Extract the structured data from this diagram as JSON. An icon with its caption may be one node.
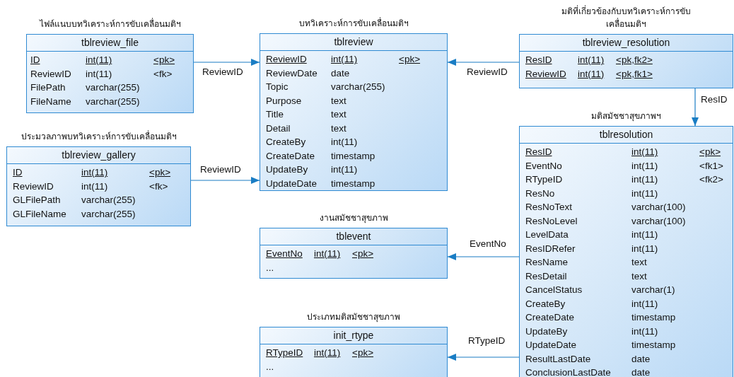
{
  "diagram": {
    "nodes": [
      {
        "text": [
          "ไฟล์แนบบทวิเคราะห์การขับเคลื่อนมติฯ",
          "tblreview_file",
          "ID",
          "int(11)",
          "<pk>",
          "ReviewID",
          "int(11)",
          "<fk>",
          "FilePath",
          "varchar(255)",
          "FileName",
          "varchar(255)"
        ]
      },
      {
        "text": [
          "ประมวลภาพบทวิเคราะห์การขับเคลื่อนมติฯ",
          "tblreview_gallery",
          "ID",
          "int(11)",
          "<pk>",
          "ReviewID",
          "int(11)",
          "<fk>",
          "GLFilePath",
          "varchar(255)",
          "GLFileName",
          "varchar(255)"
        ]
      },
      {
        "text": [
          "บทวิเคราะห์การขับเคลื่อนมติฯ",
          "tblreview",
          "ReviewID",
          "int(11)",
          "<pk>",
          "ReviewDate",
          "date",
          "Topic",
          "varchar(255)",
          "Purpose",
          "text",
          "Title",
          "text",
          "Detail",
          "text",
          "CreateBy",
          "int(11)",
          "CreateDate",
          "timestamp",
          "UpdateBy",
          "int(11)",
          "UpdateDate",
          "timestamp"
        ]
      },
      {
        "text": [
          "มติที่เกี่ยวข้องกับบทวิเคราะห์การขับเคลื่อนมติฯ",
          "tblreview_resolution",
          "ResID",
          "int(11)",
          "<pk,fk2>",
          "ReviewID",
          "int(11)",
          "<pk,fk1>"
        ]
      },
      {
        "text": [
          "มติสมัชชาสุขภาพฯ",
          "tblresolution",
          "ResID",
          "int(11)",
          "<pk>",
          "EventNo",
          "int(11)",
          "<fk1>",
          "RTypeID",
          "int(11)",
          "<fk2>",
          "ResNo",
          "int(11)",
          "ResNoText",
          "varchar(100)",
          "ResNoLevel",
          "varchar(100)",
          "LevelData",
          "int(11)",
          "ResIDRefer",
          "int(11)",
          "ResName",
          "text",
          "ResDetail",
          "text",
          "CancelStatus",
          "varchar(1)",
          "CreateBy",
          "int(11)",
          "CreateDate",
          "timestamp",
          "UpdateBy",
          "int(11)",
          "UpdateDate",
          "timestamp",
          "ResultLastDate",
          "date",
          "ConclusionLastDate",
          "date"
        ]
      },
      {
        "text": [
          "งานสมัชชาสุขภาพ",
          "tblevent",
          "EventNo",
          "int(11)",
          "<pk>",
          "..."
        ]
      },
      {
        "text": [
          "ประเภทมติสมัชชาสุขภาพ",
          "init_rtype",
          "RTypeID",
          "int(11)",
          "<pk>",
          "..."
        ]
      }
    ],
    "edges": [
      {
        "from": 0,
        "to": 2,
        "arrow": "to",
        "label": "ReviewID"
      },
      {
        "from": 1,
        "to": 2,
        "arrow": "to",
        "label": "ReviewID"
      },
      {
        "from": 3,
        "to": 2,
        "arrow": "to",
        "label": "ReviewID"
      },
      {
        "from": 3,
        "to": 4,
        "arrow": "to",
        "label": "ResID"
      },
      {
        "from": 4,
        "to": 5,
        "arrow": "to",
        "label": "EventNo"
      },
      {
        "from": 4,
        "to": 6,
        "arrow": "to",
        "label": "RTypeID"
      }
    ]
  }
}
